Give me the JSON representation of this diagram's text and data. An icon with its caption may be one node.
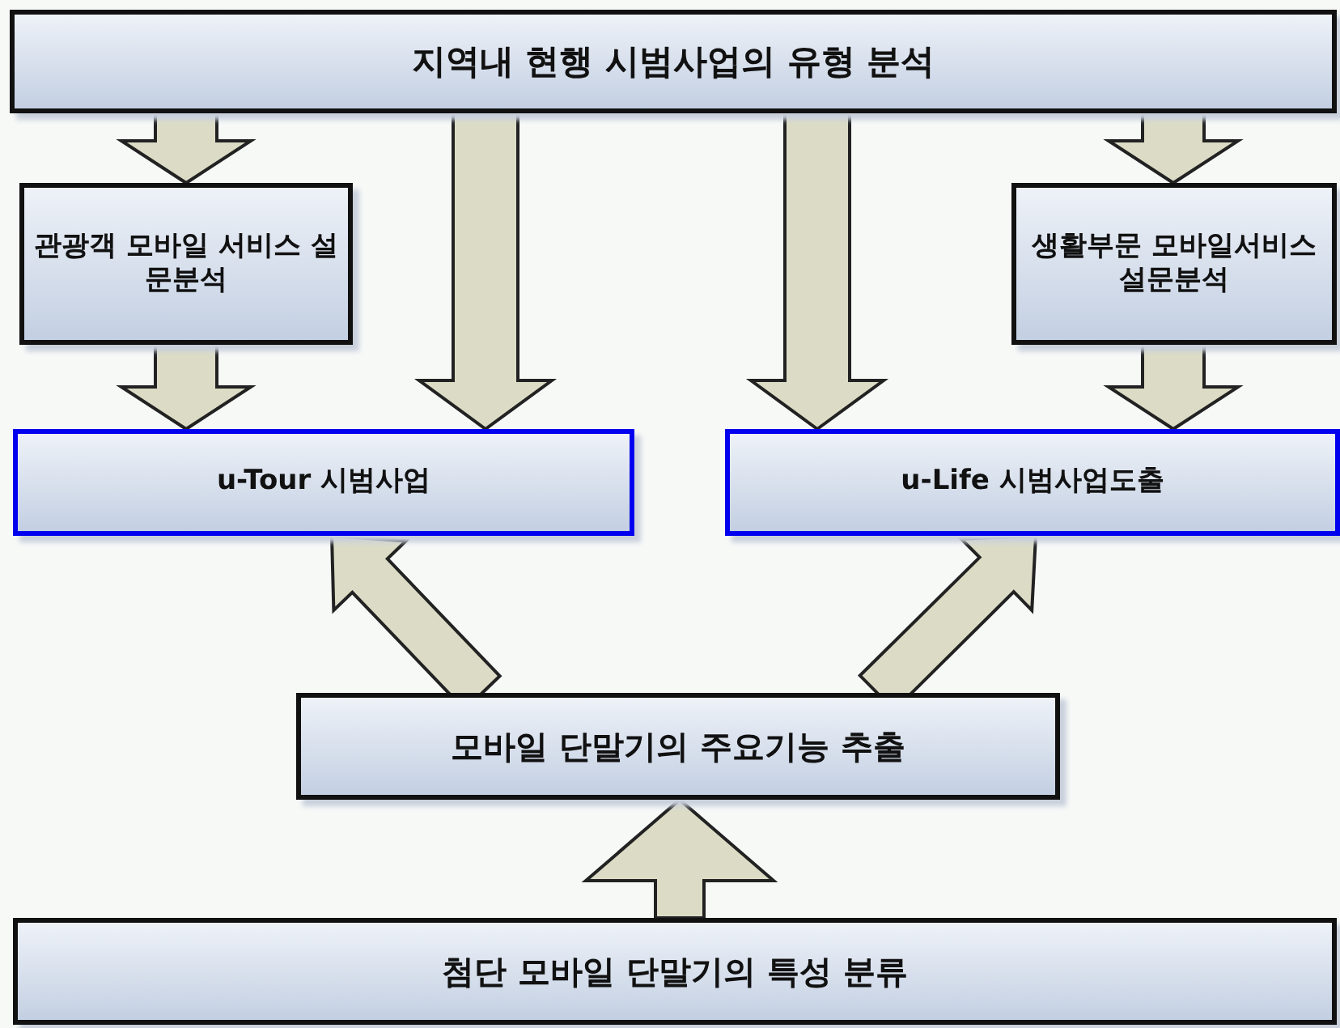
{
  "diagram": {
    "nodes": [
      {
        "text": [
          "지역내 현행 시범사업의 유형 분석"
        ]
      },
      {
        "text": [
          "관광객 모바일 서비스 설문분석"
        ]
      },
      {
        "text": [
          "생활부문 모바일서비스 설문분석"
        ]
      },
      {
        "text": [
          "u-Tour 시범사업"
        ]
      },
      {
        "text": [
          "u-Life 시범사업도출"
        ]
      },
      {
        "text": [
          "모바일 단말기의 주요기능 추출"
        ]
      },
      {
        "text": [
          "첨단 모바일 단말기의 특성 분류"
        ]
      }
    ],
    "edges": [
      {
        "from": 0,
        "to": 1,
        "arrow": "to"
      },
      {
        "from": 0,
        "to": 3,
        "arrow": "to"
      },
      {
        "from": 0,
        "to": 4,
        "arrow": "to"
      },
      {
        "from": 0,
        "to": 2,
        "arrow": "to"
      },
      {
        "from": 1,
        "to": 3,
        "arrow": "to"
      },
      {
        "from": 2,
        "to": 4,
        "arrow": "to"
      },
      {
        "from": 5,
        "to": 3,
        "arrow": "to"
      },
      {
        "from": 5,
        "to": 4,
        "arrow": "to"
      },
      {
        "from": 6,
        "to": 5,
        "arrow": "to"
      }
    ]
  }
}
